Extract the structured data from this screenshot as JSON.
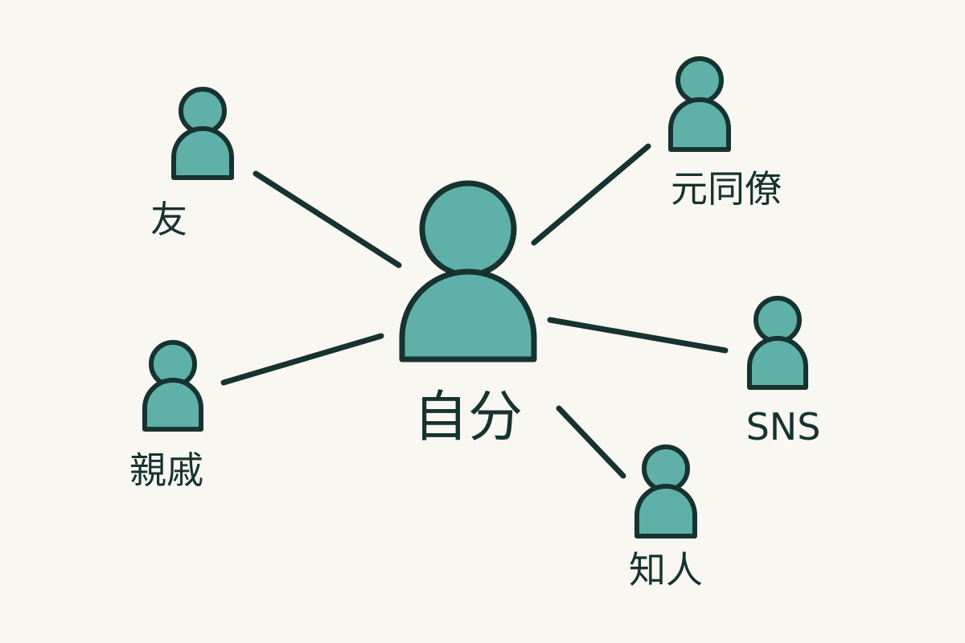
{
  "diagram": {
    "center": {
      "label": "自分"
    },
    "nodes": [
      {
        "id": "friend",
        "label": "友"
      },
      {
        "id": "relatives",
        "label": "親戚"
      },
      {
        "id": "former-colleague",
        "label": "元同僚"
      },
      {
        "id": "sns",
        "label": "SNS"
      },
      {
        "id": "acquaintance",
        "label": "知人"
      }
    ]
  },
  "colors": {
    "background": "#f8f7f2",
    "person_fill": "#5fb0a8",
    "outline": "#173330"
  }
}
